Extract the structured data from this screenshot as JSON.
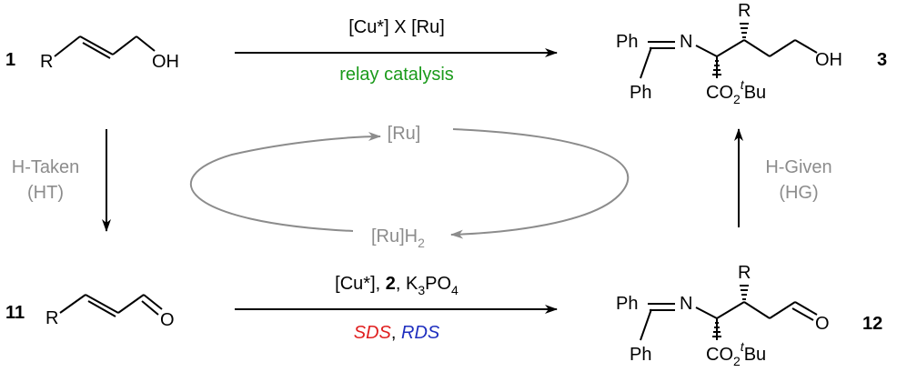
{
  "compounds": {
    "c1": {
      "number": "1",
      "r": "R",
      "oh": "OH"
    },
    "c3": {
      "number": "3",
      "ph1": "Ph",
      "ph2": "Ph",
      "n": "N",
      "r": "R",
      "oh": "OH",
      "ester_co": "CO",
      "ester_sub": "2",
      "ester_sup": "t",
      "ester_bu": "Bu"
    },
    "c11": {
      "number": "11",
      "r": "R",
      "o": "O"
    },
    "c12": {
      "number": "12",
      "ph1": "Ph",
      "ph2": "Ph",
      "n": "N",
      "r": "R",
      "o": "O",
      "ester_co": "CO",
      "ester_sub": "2",
      "ester_sup": "t",
      "ester_bu": "Bu"
    }
  },
  "top_arrow": {
    "conditions": "[Cu*] X [Ru]",
    "label": "relay catalysis",
    "label_color": "#1a9a1a"
  },
  "bottom_arrow": {
    "cu": "[Cu*], ",
    "reagent": "2",
    "base_sep": ", ",
    "base_k": "K",
    "base_k_sub": "3",
    "base_po": "PO",
    "base_po_sub": "4",
    "sds": "SDS",
    "comma": ", ",
    "rds": "RDS",
    "sds_color": "#e02020",
    "rds_color": "#1f2fbf"
  },
  "left_arrow": {
    "line1": "H-Taken",
    "line2": "(HT)"
  },
  "right_arrow": {
    "line1": "H-Given",
    "line2": "(HG)"
  },
  "cycle": {
    "top": "[Ru]",
    "bottom_main": "[Ru]H",
    "bottom_sub": "2",
    "color": "#8c8c8c"
  }
}
